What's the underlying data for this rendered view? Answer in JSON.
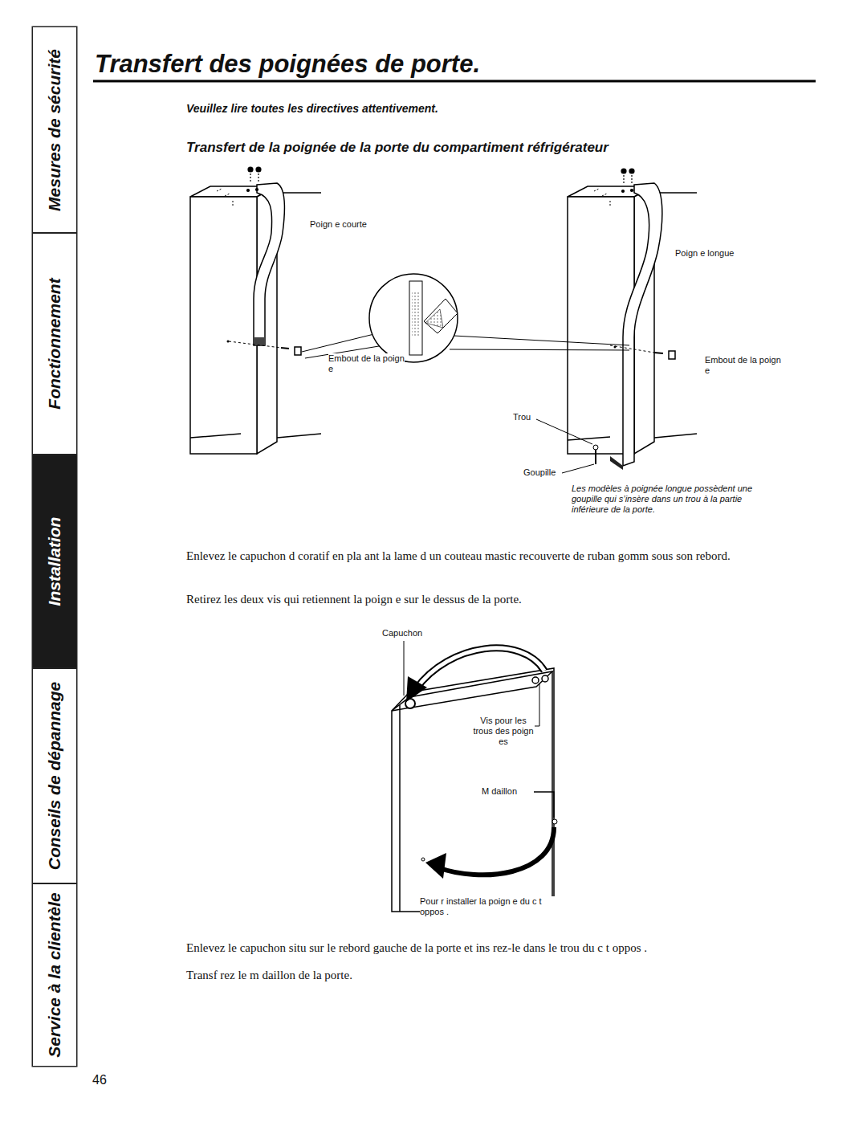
{
  "diagram": {
    "title": "Transfert des poignées de porte.",
    "nodes": [
      {
        "text": [
          "Mesures de sécurité"
        ]
      },
      {
        "text": [
          "Fonctionnement"
        ]
      },
      {
        "text": [
          "Installation"
        ]
      },
      {
        "text": [
          "Conseils de dépannage"
        ]
      },
      {
        "text": [
          "Service à la clientèle"
        ]
      }
    ],
    "labels": [
      "Veuillez lire toutes les directives attentivement.",
      "Transfert de la poignée de la porte du compartiment réfrigérateur",
      "Poign e courte",
      "Poign e longue",
      "Embout de la poign e",
      "Embout de la poign e",
      "Trou",
      "Goupille",
      "Les modèles à poignée longue possèdent une goupille qui s’insère dans un trou à la partie inférieure de la porte.",
      "Enlevez le capuchon d coratif en pla ant la lame d un couteau mastic recouverte de ruban gomm sous son rebord.",
      "Retirez les deux vis qui retiennent la poign e sur le dessus de la porte.",
      "Capuchon",
      "Vis pour les trous des poign es",
      "M daillon",
      "Pour r installer la poign e du c t oppos .",
      "Enlevez le capuchon situ sur le rebord gauche de la porte et ins rez-le dans le trou du c t oppos .",
      "Transf rez le m daillon de la porte.",
      "46"
    ]
  }
}
